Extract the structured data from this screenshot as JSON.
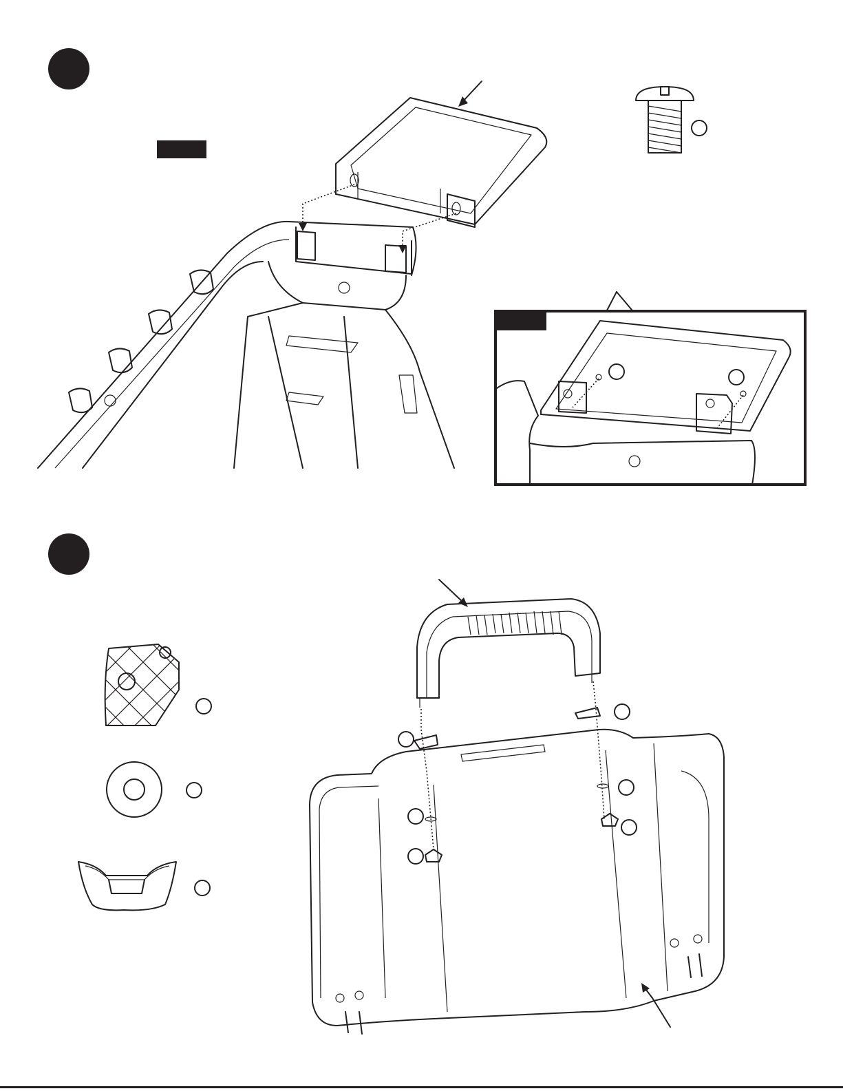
{
  "page": {
    "ink": "#231f20",
    "paper": "#ffffff"
  },
  "steps": [
    {
      "id": "step-a",
      "callout_count_hardware": 1,
      "detail_callouts": 2
    },
    {
      "id": "step-b",
      "hardware_callouts": 3,
      "assembly_callouts": 6
    }
  ],
  "icons": {
    "screw": "screw-icon",
    "heat_shield": "heat-shield-icon",
    "washer": "washer-icon",
    "clip": "clip-icon"
  }
}
